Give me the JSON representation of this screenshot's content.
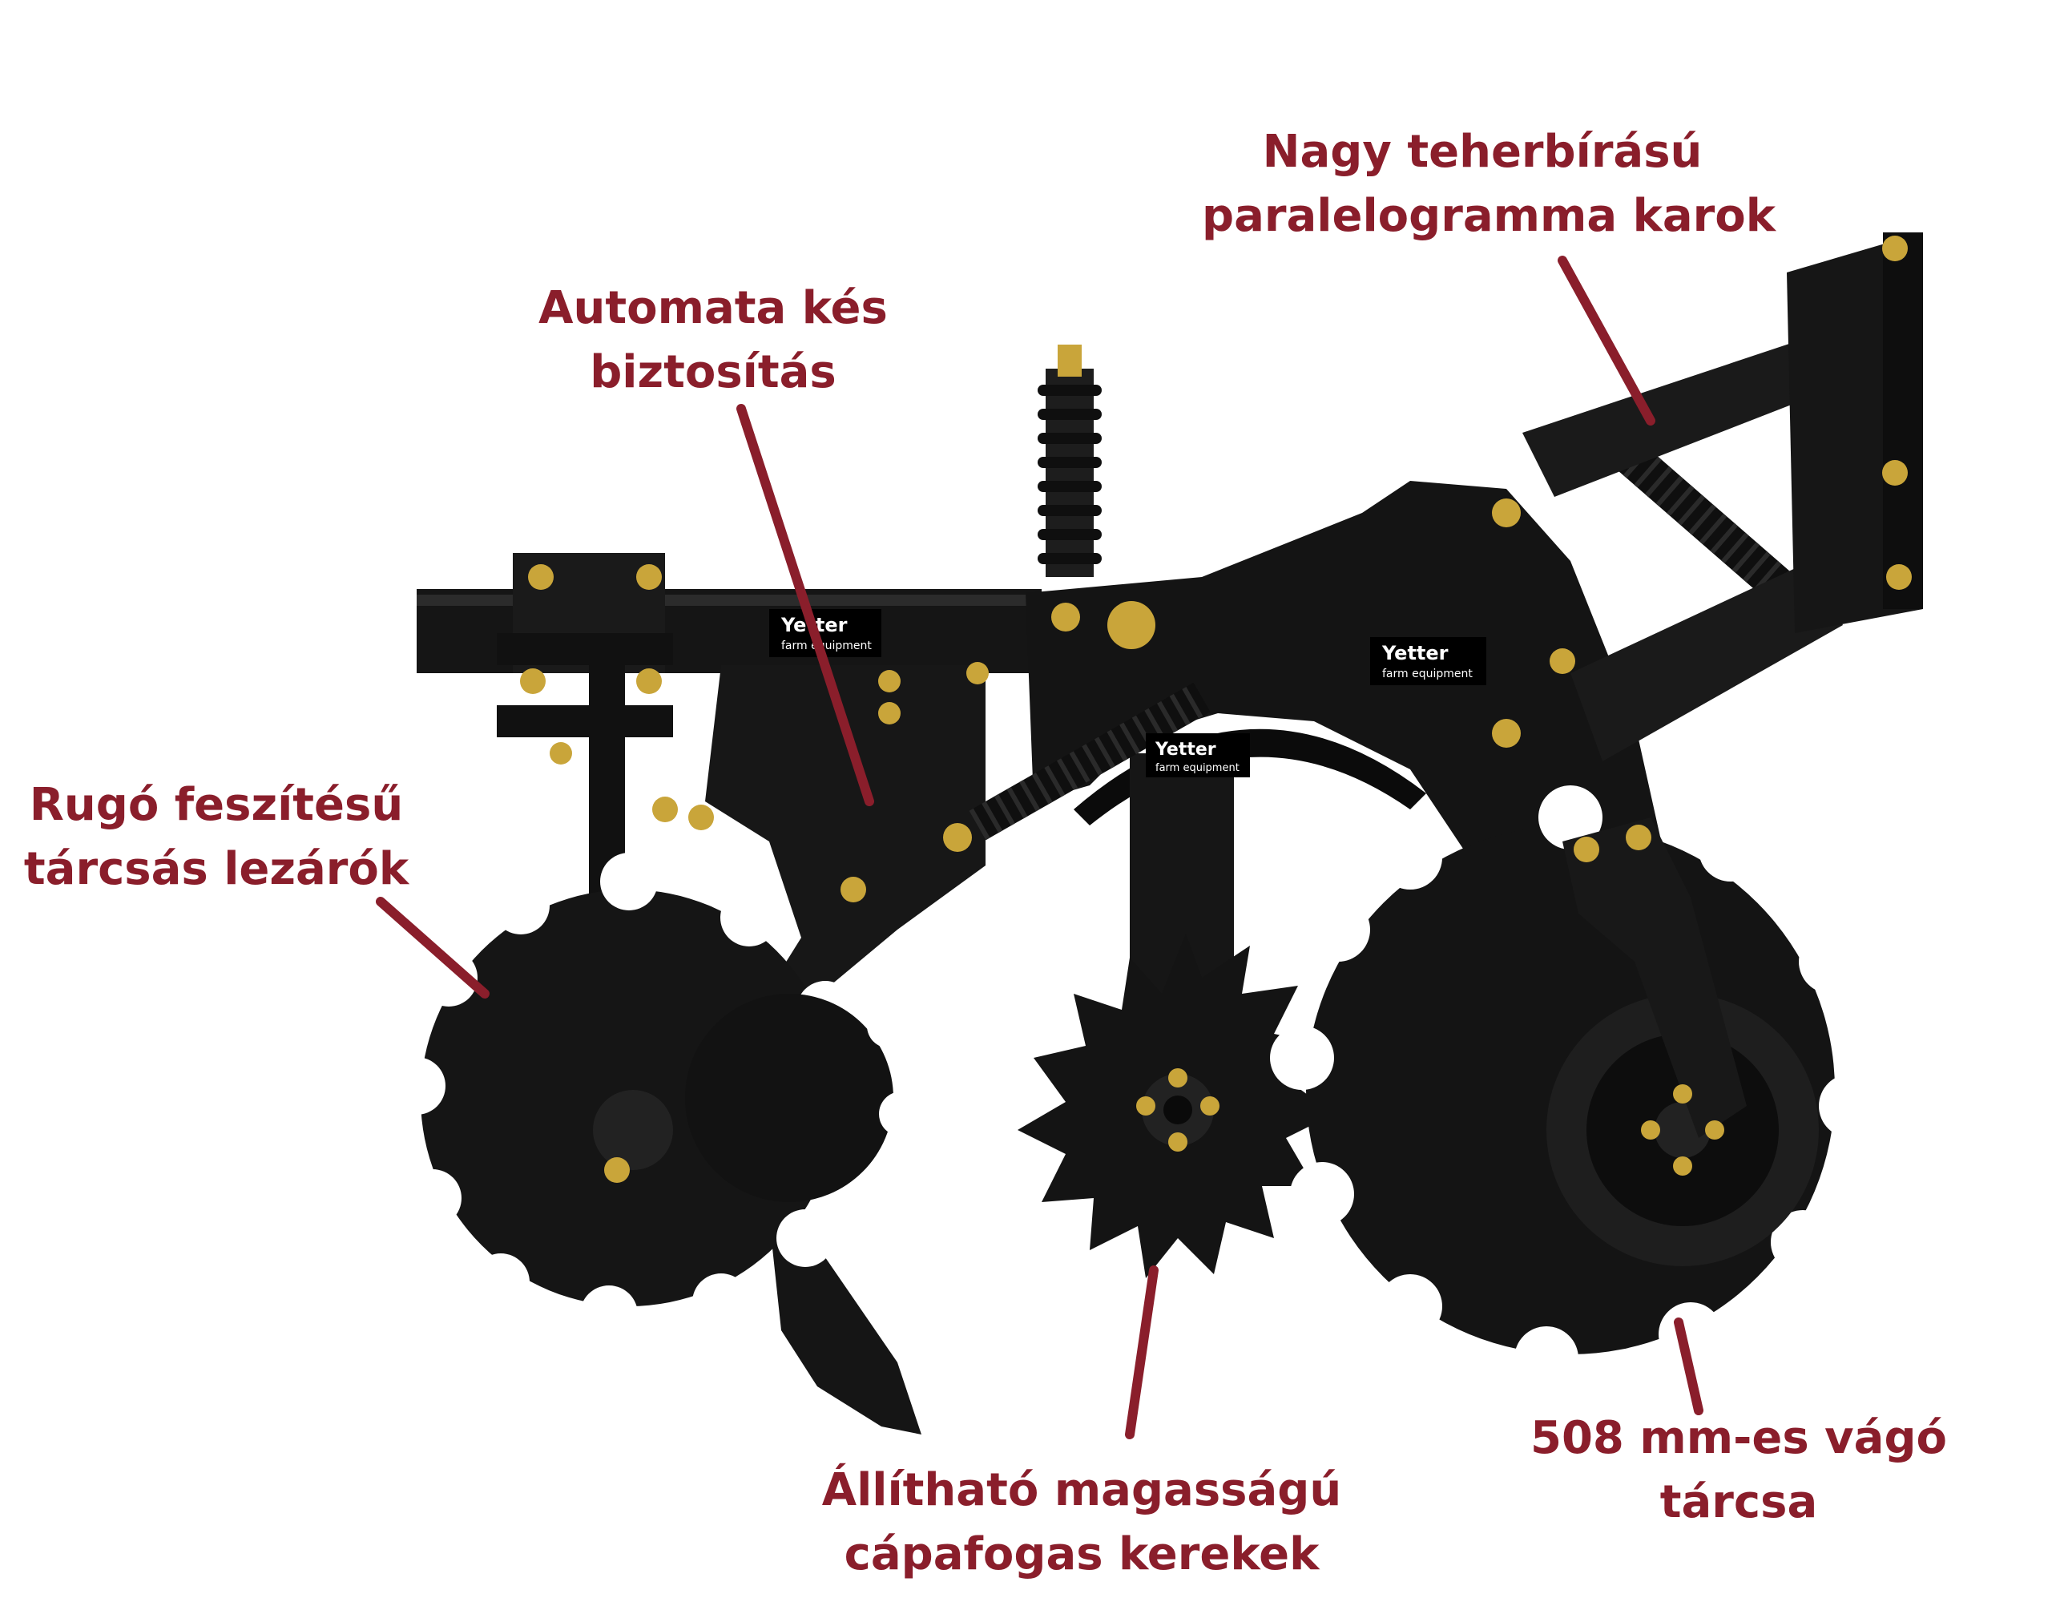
{
  "colors": {
    "label": "#8a1e2b",
    "steel": "#151515",
    "steel_edge": "#2b2b2b",
    "bolt": "#c9a53a",
    "background": "#ffffff"
  },
  "brand": {
    "name": "Yetter",
    "sub": "farm equipment"
  },
  "callouts": {
    "parallel_arms": {
      "line1": "Nagy teherbírású",
      "line2": "paralelogramma karok"
    },
    "knife_safety": {
      "line1": "Automata kés",
      "line2": "biztosítás"
    },
    "disc_closers": {
      "line1": "Rugó feszítésű",
      "line2": "tárcsás lezárók"
    },
    "cutting_disc": {
      "line1": "508 mm-es vágó",
      "line2": "tárcsa"
    },
    "spike_wheels": {
      "line1": "Állítható magasságú",
      "line2": "cápafogas kerekek"
    }
  }
}
